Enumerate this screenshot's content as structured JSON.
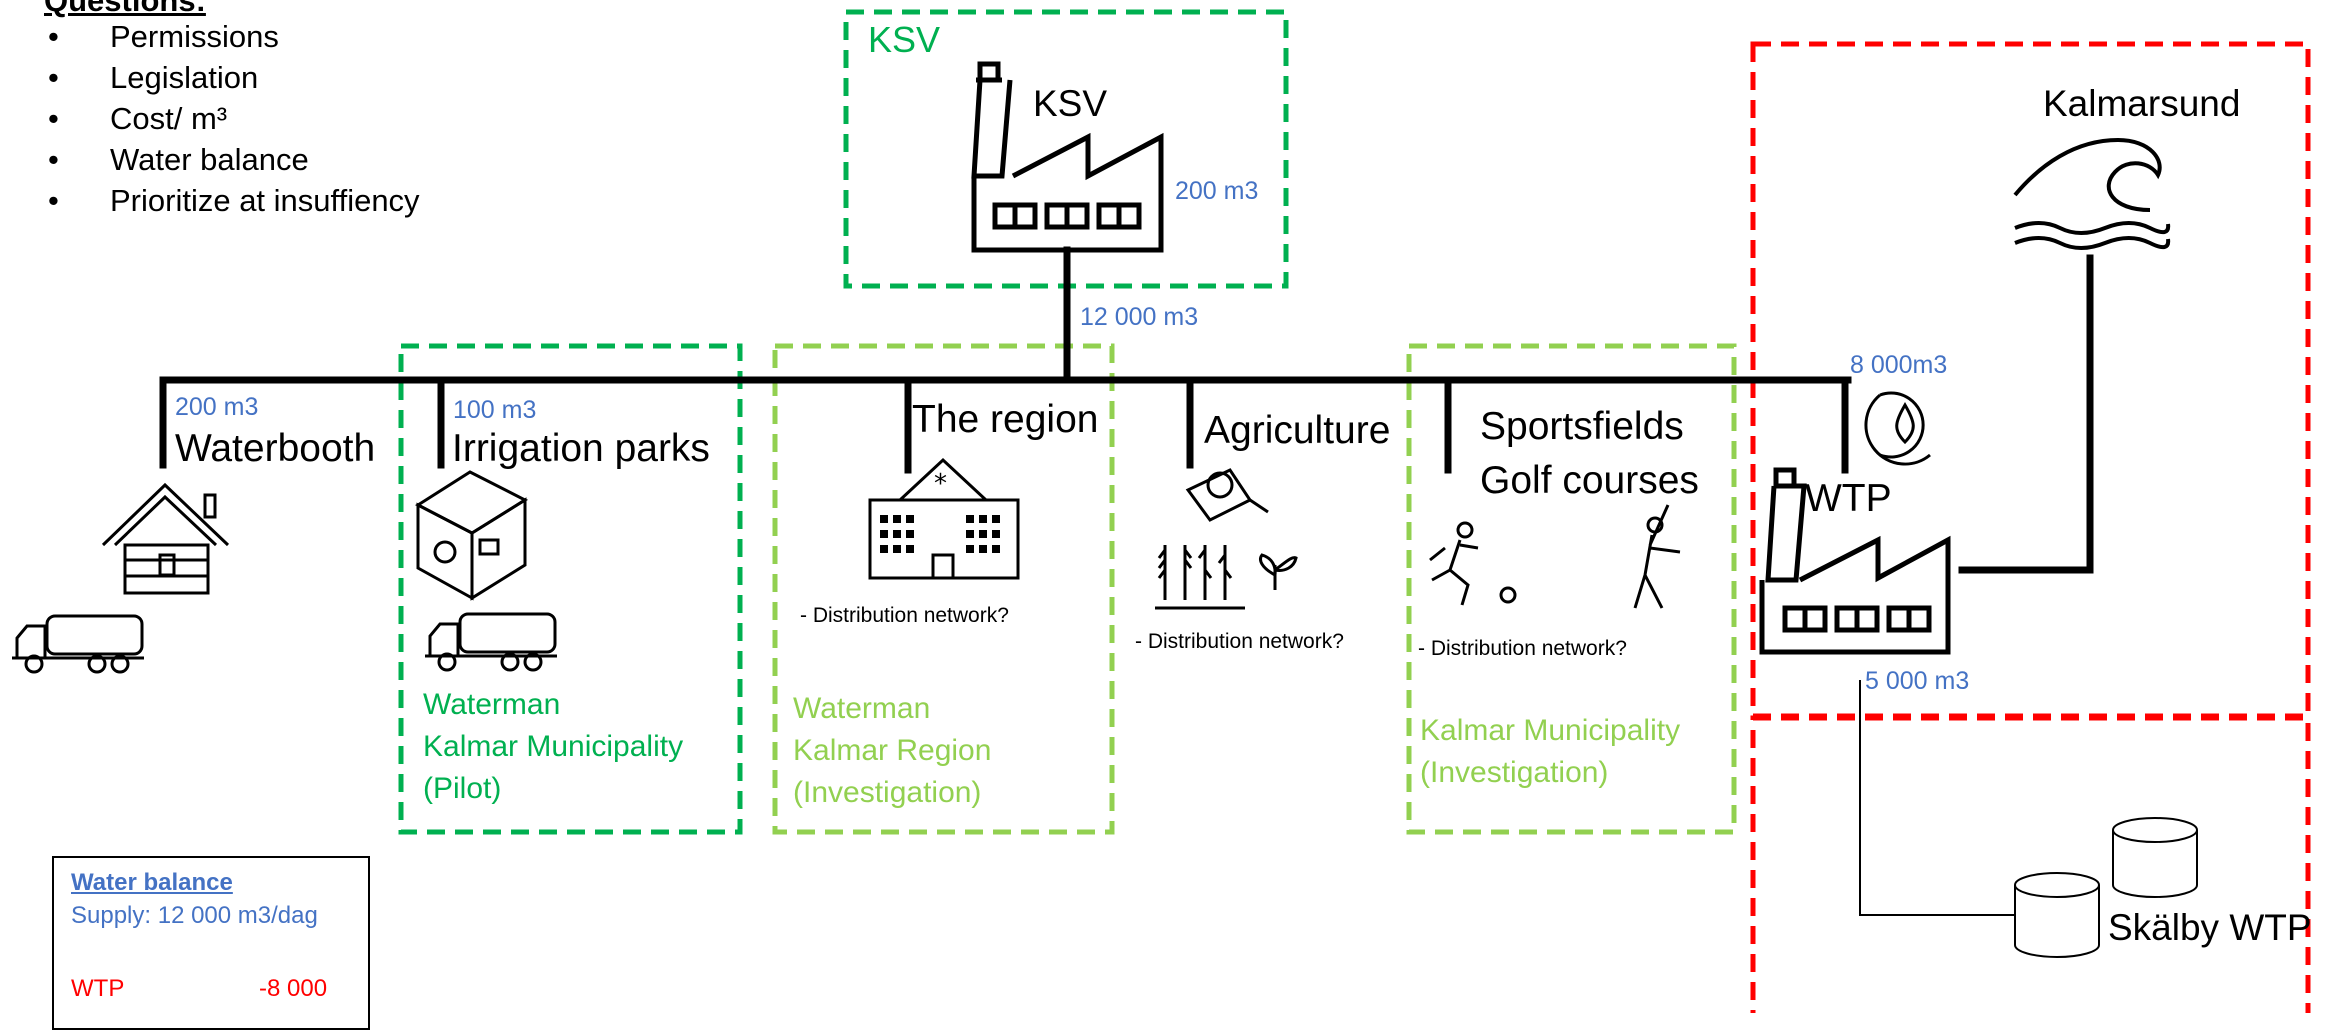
{
  "questions": {
    "heading": "Questions:",
    "items": [
      "Permissions",
      "Legislation",
      "Cost/ m³",
      "Water balance",
      "Prioritize at insuffiency"
    ]
  },
  "ksv": {
    "box_label": "KSV",
    "factory_label": "KSV",
    "volume": "200 m3",
    "pipe_volume": "12 000 m3"
  },
  "waterbooth": {
    "volume": "200 m3",
    "label": "Waterbooth"
  },
  "irrigation": {
    "volume": "100 m3",
    "label": "Irrigation parks",
    "org": [
      "Waterman",
      "Kalmar Municipality",
      "(Pilot)"
    ]
  },
  "region": {
    "label": "The region",
    "note": "- Distribution network?",
    "org": [
      "Waterman",
      "Kalmar Region",
      "(Investigation)"
    ]
  },
  "agriculture": {
    "label": "Agriculture",
    "note": "- Distribution network?"
  },
  "sports": {
    "label_line1": "Sportsfields",
    "label_line2": "Golf courses",
    "note": "- Distribution network?",
    "org": [
      "Kalmar Municipality",
      "(Investigation)"
    ]
  },
  "wtp": {
    "label": "WTP",
    "volume_in": "8 000m3",
    "volume_out": "5 000 m3"
  },
  "kalmarsund": {
    "label": "Kalmarsund"
  },
  "skalby": {
    "label": "Skälby WTP"
  },
  "water_balance": {
    "title": "Water balance",
    "supply": "Supply: 12 000 m3/dag",
    "rows": [
      {
        "name": "WTP",
        "value": "-8 000"
      }
    ]
  },
  "colors": {
    "blue": "#4472C4",
    "dark_green": "#00B050",
    "light_green": "#92D050",
    "red": "#FF0000",
    "black": "#000000"
  }
}
